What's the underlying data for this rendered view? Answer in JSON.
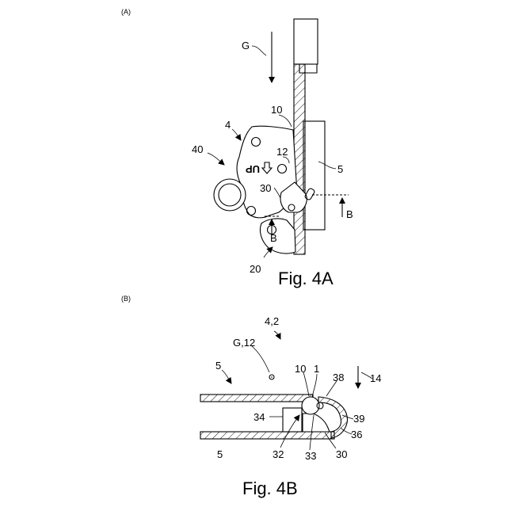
{
  "panel_a": {
    "tag": "(A)",
    "caption": "Fig. 4A",
    "labels": {
      "g": "G",
      "ten": "10",
      "four": "4",
      "twelve": "12",
      "up": "UP",
      "forty": "40",
      "five": "5",
      "thirty": "30",
      "b_right": "B",
      "b_left": "B",
      "twenty": "20"
    }
  },
  "panel_b": {
    "tag": "(B)",
    "caption": "Fig. 4B",
    "labels": {
      "four_two": "4,2",
      "g12": "G,12",
      "five_top": "5",
      "ten": "10",
      "one": "1",
      "thirty_eight": "38",
      "fourteen": "14",
      "thirty_four": "34",
      "thirty_nine": "39",
      "thirty_six": "36",
      "five_bottom": "5",
      "thirty_two": "32",
      "thirty_three": "33",
      "thirty": "30"
    }
  }
}
